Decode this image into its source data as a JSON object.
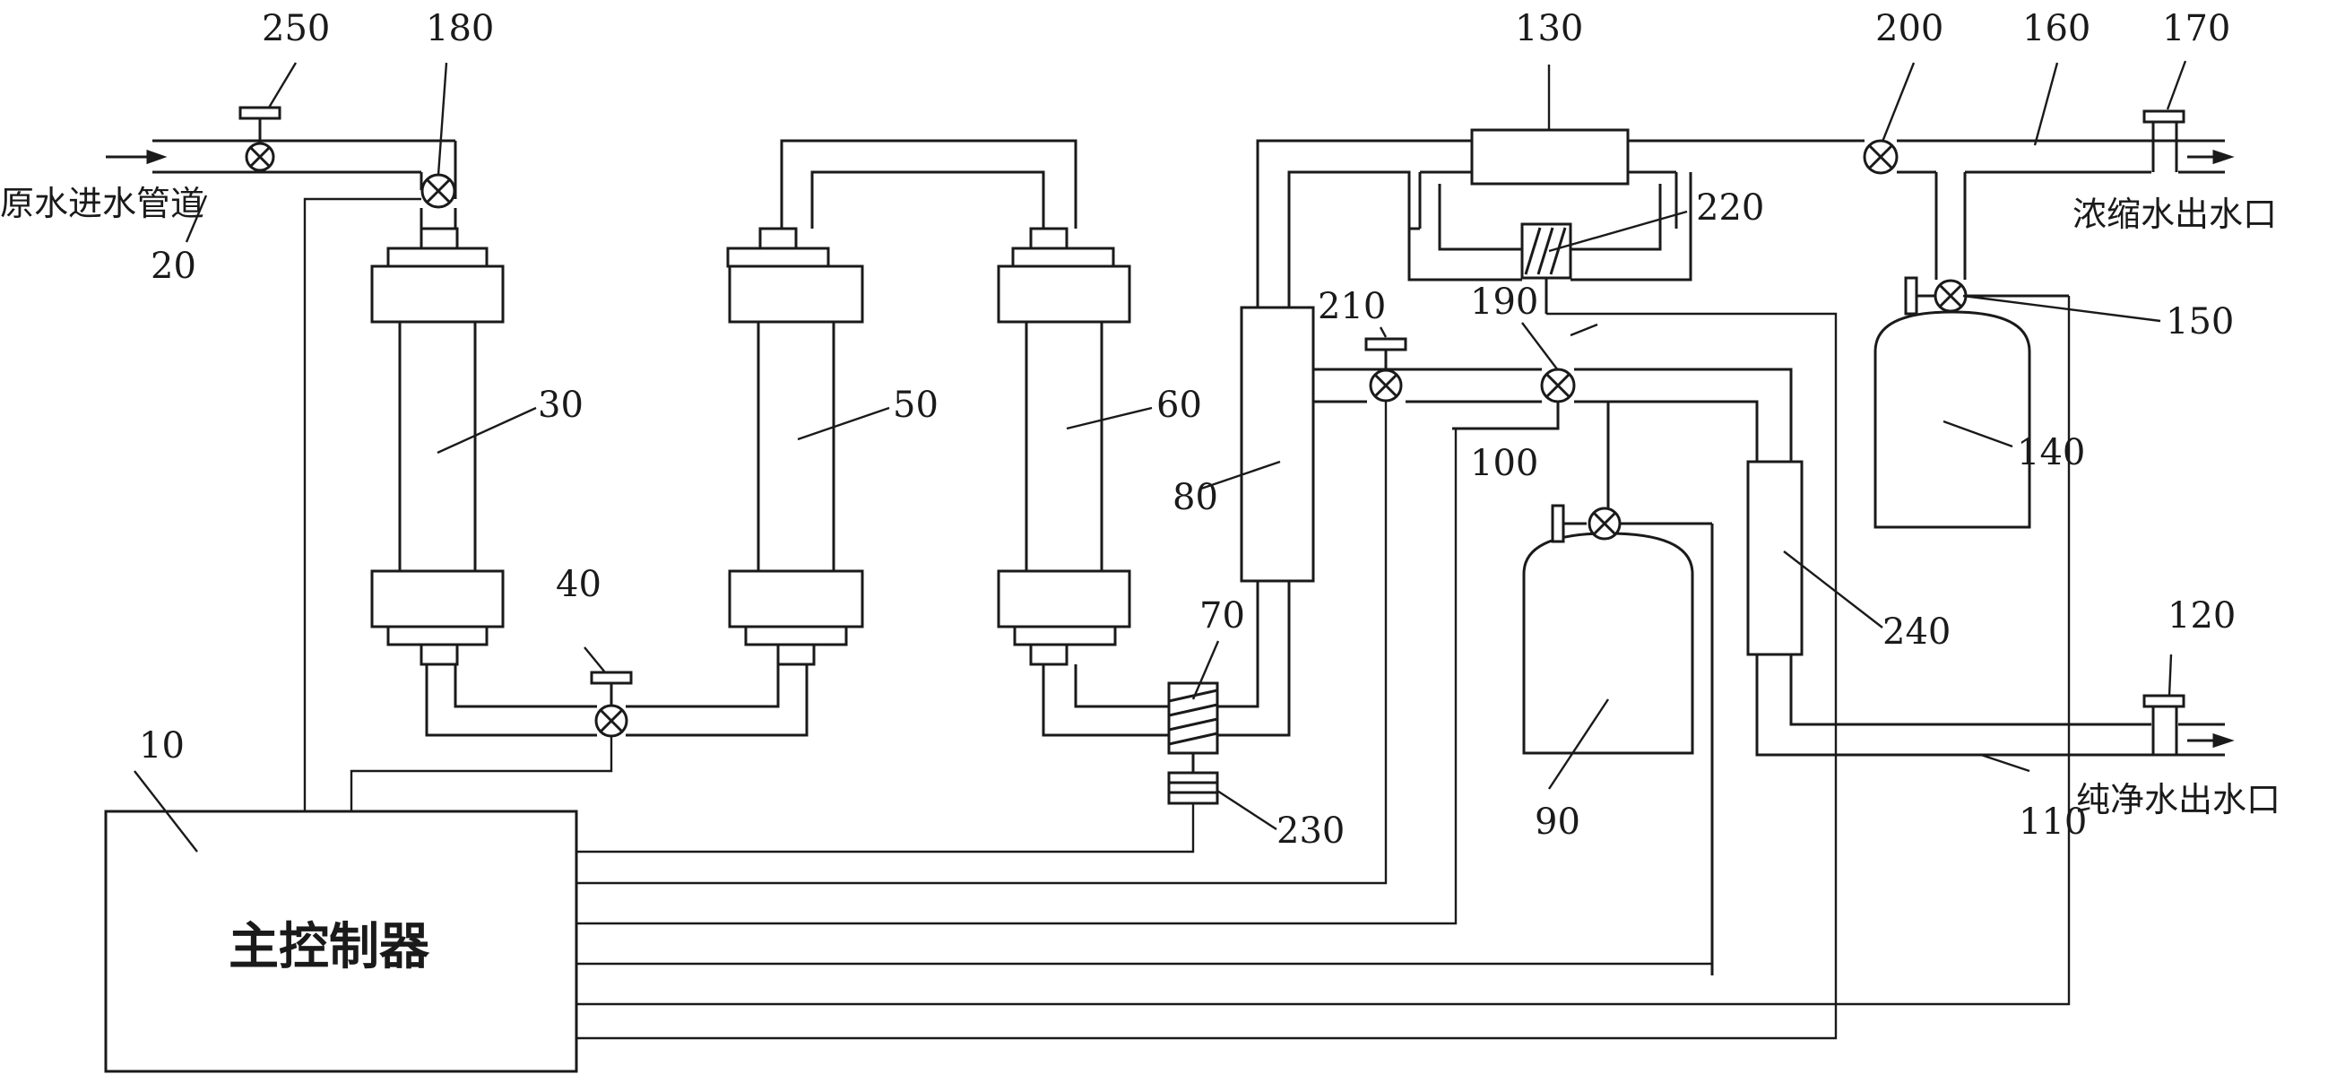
{
  "labels": {
    "n10": "10",
    "n20": "20",
    "n30": "30",
    "n40": "40",
    "n50": "50",
    "n60": "60",
    "n70": "70",
    "n80": "80",
    "n90": "90",
    "n100": "100",
    "n110": "110",
    "n120": "120",
    "n130": "130",
    "n140": "140",
    "n150": "150",
    "n160": "160",
    "n170": "170",
    "n180": "180",
    "n190": "190",
    "n200": "200",
    "n210": "210",
    "n220": "220",
    "n230": "230",
    "n240": "240",
    "n250": "250"
  },
  "text": {
    "raw_water_inlet": "原水进水管道",
    "concentrate_outlet": "浓缩水出水口",
    "pure_water_outlet": "纯净水出水口",
    "main_controller": "主控制器"
  }
}
